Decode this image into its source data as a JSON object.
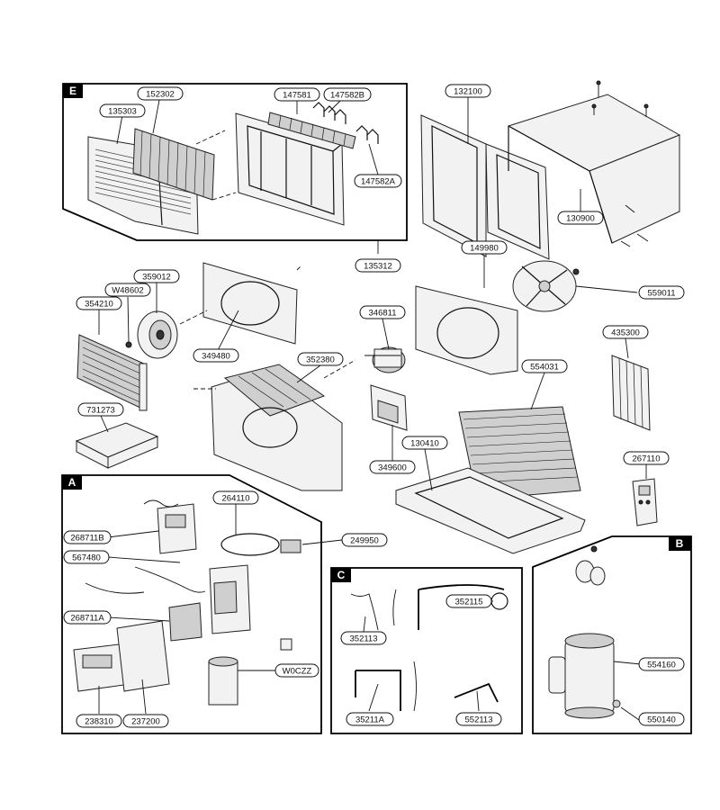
{
  "sections": {
    "E": "E",
    "A": "A",
    "B": "B",
    "C": "C"
  },
  "callouts": {
    "c152302": "152302",
    "c135303": "135303",
    "c147581": "147581",
    "c147582B": "147582B",
    "c147582A": "147582A",
    "c135312": "135312",
    "c132100": "132100",
    "c130900": "130900",
    "c149980": "149980",
    "c559011": "559011",
    "c359012": "359012",
    "cW48602": "W48602",
    "c354210": "354210",
    "c349480": "349480",
    "c346811": "346811",
    "c352380": "352380",
    "c435300": "435300",
    "c554031": "554031",
    "c731273": "731273",
    "c130410": "130410",
    "c349600": "349600",
    "c267110": "267110",
    "c264110": "264110",
    "c268711B": "268711B",
    "c249950": "249950",
    "c567480": "567480",
    "c268711A": "268711A",
    "cW0CZZ": "W0CZZ",
    "c238310": "238310",
    "c237200": "237200",
    "c352115": "352115",
    "c352113": "352113",
    "c35211A": "35211A",
    "c552113": "552113",
    "c554160": "554160",
    "c550140": "550140"
  }
}
